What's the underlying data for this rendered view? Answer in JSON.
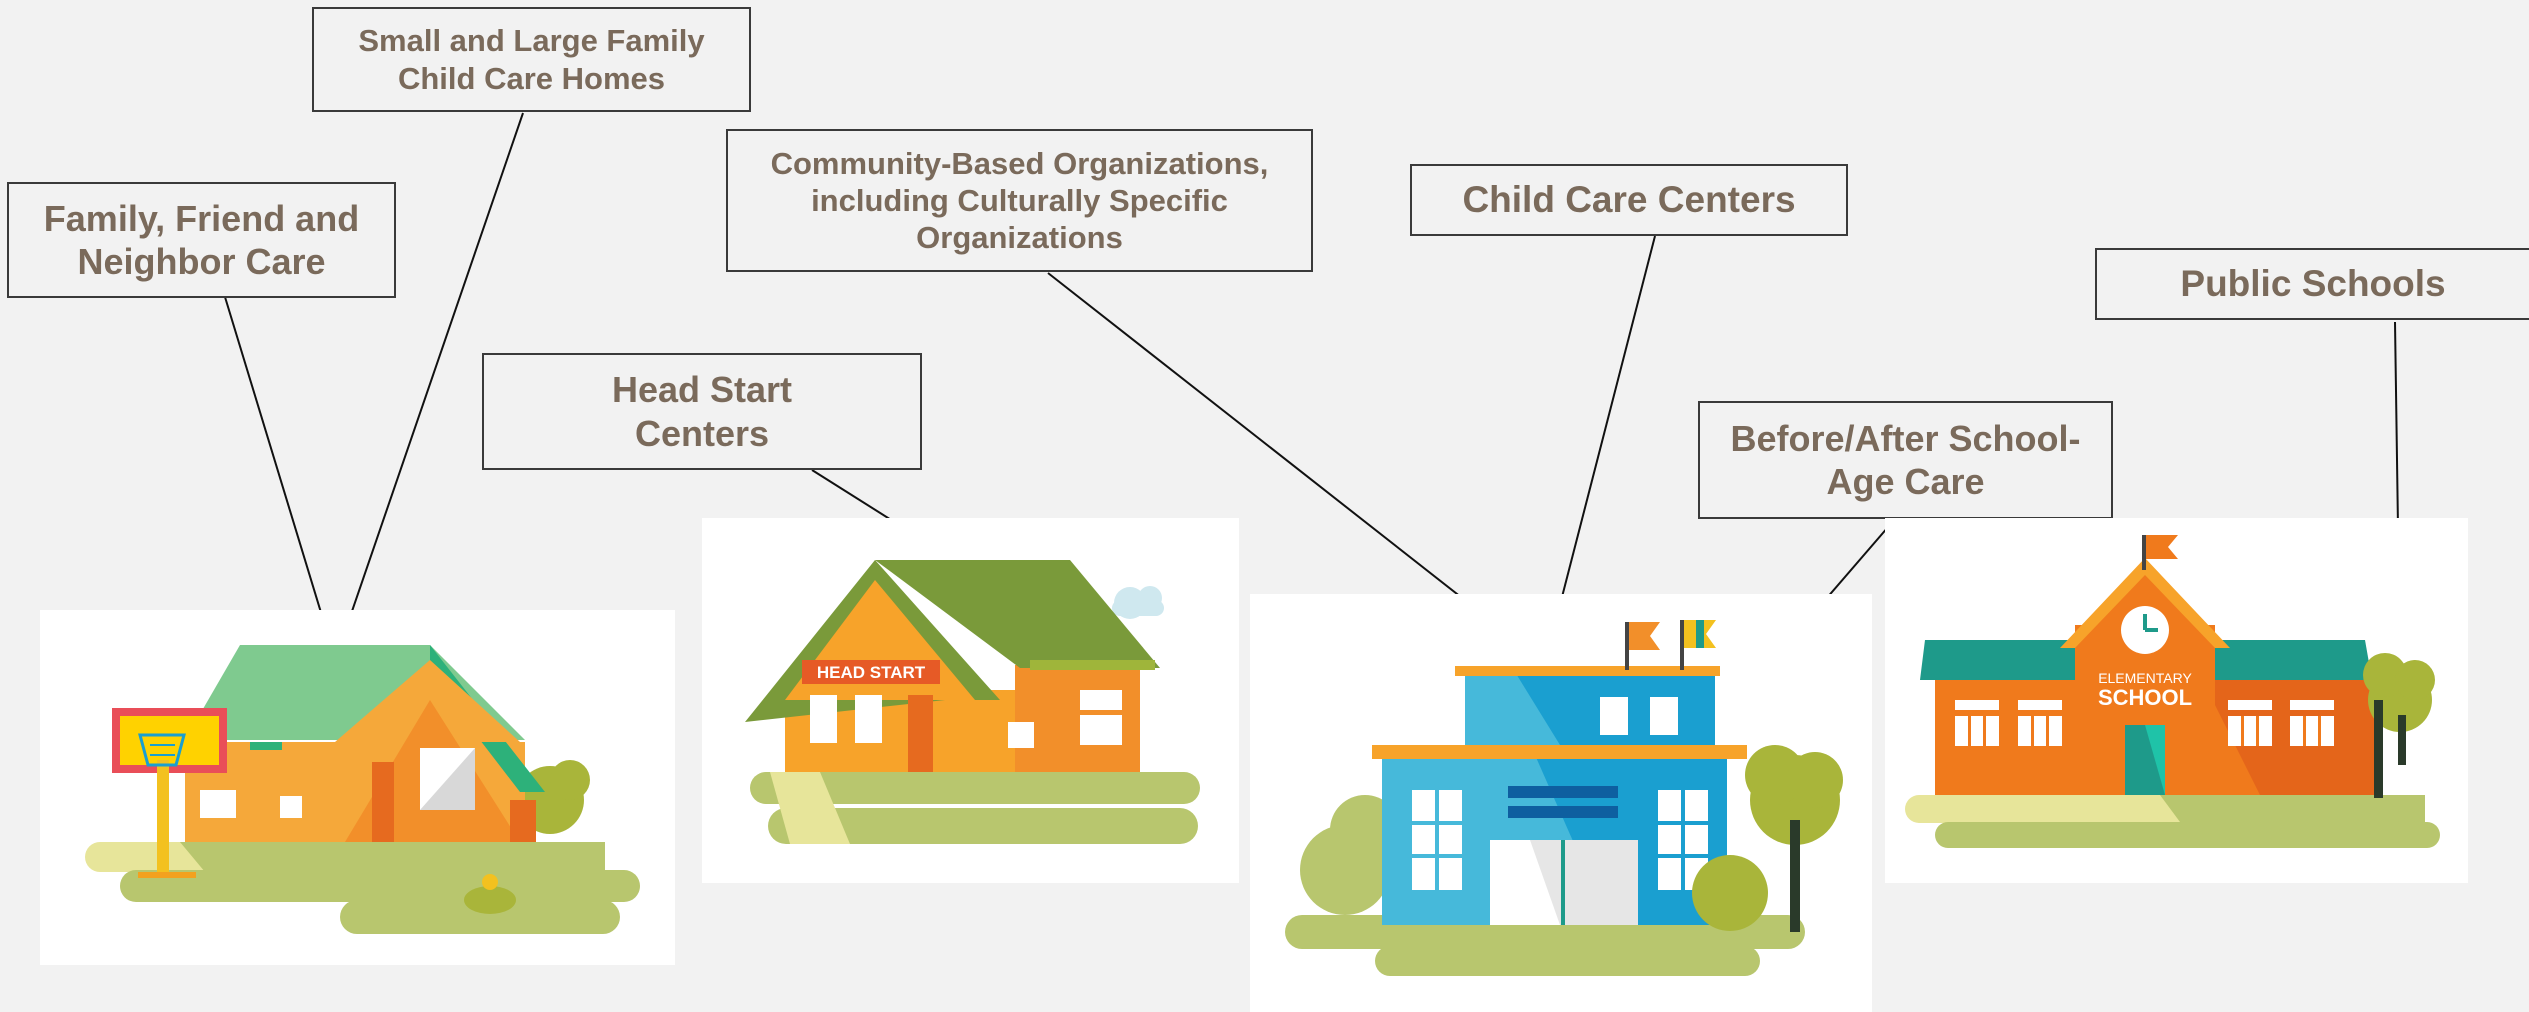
{
  "labels": {
    "family_friend": [
      "Family, Friend and",
      "Neighbor Care"
    ],
    "small_large": [
      "Small and Large Family",
      "Child Care Homes"
    ],
    "head_start": [
      "Head Start",
      "Centers"
    ],
    "community": [
      "Community-Based Organizations,",
      "including Culturally Specific",
      "Organizations"
    ],
    "child_care_centers": [
      "Child Care Centers"
    ],
    "before_after": [
      "Before/After School-",
      "Age Care"
    ],
    "public_schools": [
      "Public Schools"
    ]
  },
  "building_signs": {
    "head_start_sign": "HEAD START",
    "school_sign_small": "ELEMENTARY",
    "school_sign_large": "SCHOOL"
  },
  "colors": {
    "label_text": "#7a6a5b",
    "background": "#f2f2f2",
    "grass": "#b8c66e",
    "orange": "#f7a32a",
    "green_roof": "#7fca8f",
    "olive_roof": "#7a9a3a",
    "blue": "#1a9fd0",
    "school_orange": "#f07a1c",
    "teal_roof": "#1e9a8a"
  }
}
